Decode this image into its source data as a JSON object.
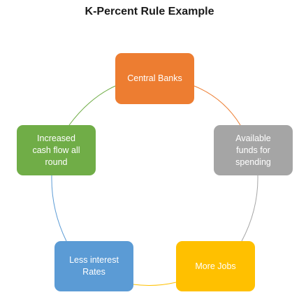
{
  "title": "K-Percent Rule Example",
  "nodes": [
    {
      "key": "central",
      "label": "Central Banks",
      "color": "#ED7D31"
    },
    {
      "key": "available",
      "label": "Available\nfunds for\nspending",
      "color": "#A5A5A5"
    },
    {
      "key": "jobs",
      "label": "More Jobs",
      "color": "#FFC000"
    },
    {
      "key": "interest",
      "label": "Less interest\nRates",
      "color": "#5B9BD5"
    },
    {
      "key": "increased",
      "label": "Increased\ncash flow all\nround",
      "color": "#70AD47"
    }
  ],
  "connectors": [
    {
      "from": "central",
      "to": "available",
      "color": "#ED7D31"
    },
    {
      "from": "available",
      "to": "jobs",
      "color": "#A5A5A5"
    },
    {
      "from": "jobs",
      "to": "interest",
      "color": "#FFC000"
    },
    {
      "from": "interest",
      "to": "increased",
      "color": "#5B9BD5"
    },
    {
      "from": "increased",
      "to": "central",
      "color": "#70AD47"
    }
  ]
}
